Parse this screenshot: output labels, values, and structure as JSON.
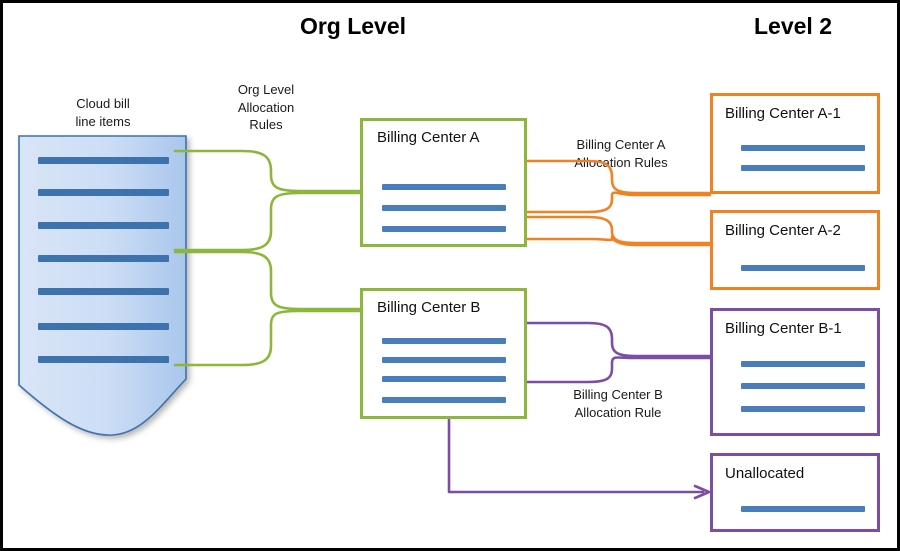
{
  "diagram": {
    "title_left": "Org Level",
    "title_right": "Level 2",
    "colors": {
      "green": "#8cb63c",
      "orange": "#f08223",
      "purple": "#7b4ea3",
      "doc_fill": "#c3d7f0",
      "doc_stroke": "#3d72ad",
      "bar_blue": "#4a7ebb",
      "frame": "#000000"
    }
  },
  "source": {
    "label_line1": "Cloud bill",
    "label_line2": "line items",
    "name": "Cloud bill line items",
    "line_count": 7
  },
  "connector_labels": {
    "org_level": {
      "line1": "Org Level",
      "line2": "Allocation",
      "line3": "Rules"
    },
    "bc_a": {
      "line1": "Billing Center A",
      "line2": "Allocation Rules"
    },
    "bc_b": {
      "line1": "Billing Center B",
      "line2": "Allocation Rule"
    }
  },
  "org_level_boxes": [
    {
      "title": "Billing Center A",
      "line_count": 3
    },
    {
      "title": "Billing Center B",
      "line_count": 4
    }
  ],
  "level2_boxes": [
    {
      "title": "Billing Center A-1",
      "line_count": 2
    },
    {
      "title": "Billing Center A-2",
      "line_count": 1
    },
    {
      "title": "Billing Center B-1",
      "line_count": 3
    },
    {
      "title": "Unallocated",
      "line_count": 1
    }
  ]
}
